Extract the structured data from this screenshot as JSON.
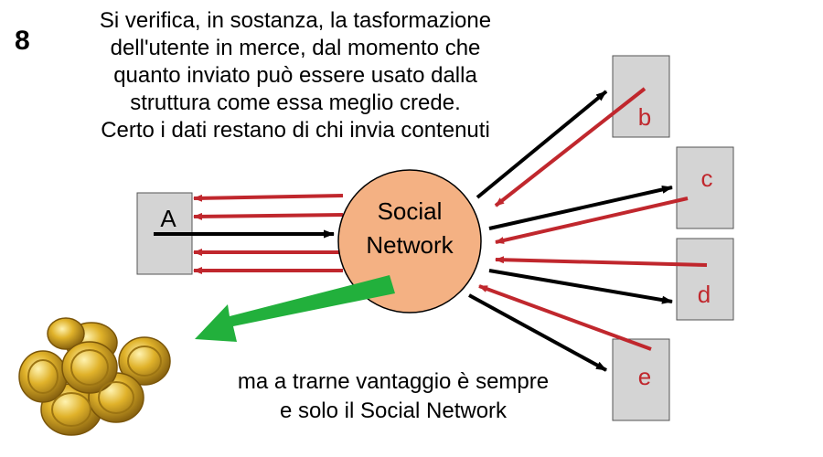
{
  "slide_number": "8",
  "intro_lines": [
    "Si verifica, in sostanza, la tasformazione",
    "dell'utente in merce, dal momento che",
    "quanto inviato può essere usato dalla",
    "struttura come essa meglio crede.",
    "Certo i dati restano di chi invia contenuti"
  ],
  "center_node": {
    "line1": "Social",
    "line2": "Network"
  },
  "user_node": "A",
  "other_nodes": [
    "b",
    "c",
    "d",
    "e"
  ],
  "conclusion_lines": [
    "ma a trarne vantaggio è sempre",
    "e solo il Social Network"
  ],
  "colors": {
    "circle_fill": "#f4b183",
    "box_fill": "#d4d4d4",
    "red_arrow": "#c0272d",
    "black_arrow": "#000000",
    "green_arrow": "#22b03c",
    "node_letter": "#c0272d",
    "gold": "#d4a017"
  },
  "icons": {
    "coins": "gold-coins-icon"
  }
}
